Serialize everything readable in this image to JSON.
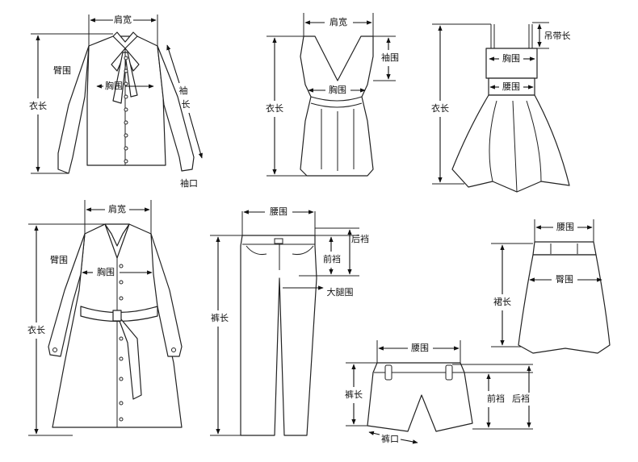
{
  "shirt": {
    "shoulder": "肩宽",
    "arm": "臂围",
    "chest": "胸围",
    "length": "衣长",
    "sleeve_a": "袖",
    "sleeve_b": "长",
    "cuff": "袖口"
  },
  "vest": {
    "shoulder": "肩宽",
    "armhole": "袖围",
    "chest": "胸围",
    "length": "衣长"
  },
  "dress": {
    "strap": "吊带长",
    "chest": "胸围",
    "waist": "腰围",
    "length": "衣长"
  },
  "coat": {
    "shoulder": "肩宽",
    "arm": "臂围",
    "chest": "胸围",
    "length": "衣长"
  },
  "pants": {
    "waist": "腰围",
    "front_rise": "前裆",
    "back_rise": "后裆",
    "thigh": "大腿围",
    "length": "裤长"
  },
  "skirt": {
    "waist": "腰围",
    "hip": "臀围",
    "length": "裙长"
  },
  "shorts": {
    "waist": "腰围",
    "length": "裤长",
    "front_rise": "前裆",
    "back_rise": "后裆",
    "leg_opening": "裤口"
  }
}
